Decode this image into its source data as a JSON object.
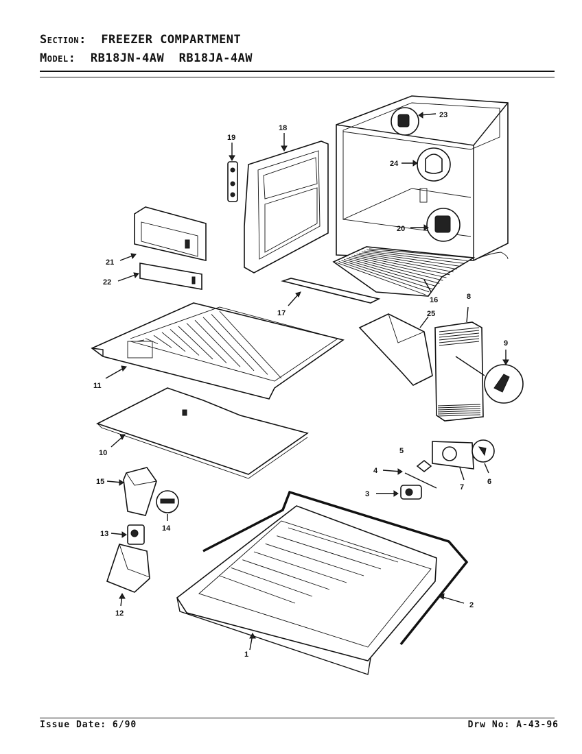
{
  "header": {
    "section_label": "Section:",
    "section_value": "FREEZER COMPARTMENT",
    "model_label": "Model:",
    "model_value": "RB18JN-4AW  RB18JA-4AW"
  },
  "footer": {
    "issue": "Issue Date: 6/90",
    "drawing": "Drw No: A-43-96"
  },
  "callouts": {
    "p1": "1",
    "p2": "2",
    "p3": "3",
    "p4": "4",
    "p5": "5",
    "p6": "6",
    "p7": "7",
    "p8": "8",
    "p9": "9",
    "p10": "10",
    "p11": "11",
    "p12": "12",
    "p13": "13",
    "p14": "14",
    "p15": "15",
    "p16": "16",
    "p17": "17",
    "p18": "18",
    "p19": "19",
    "p20": "20",
    "p21": "21",
    "p22": "22",
    "p23": "23",
    "p24": "24",
    "p25": "25"
  }
}
